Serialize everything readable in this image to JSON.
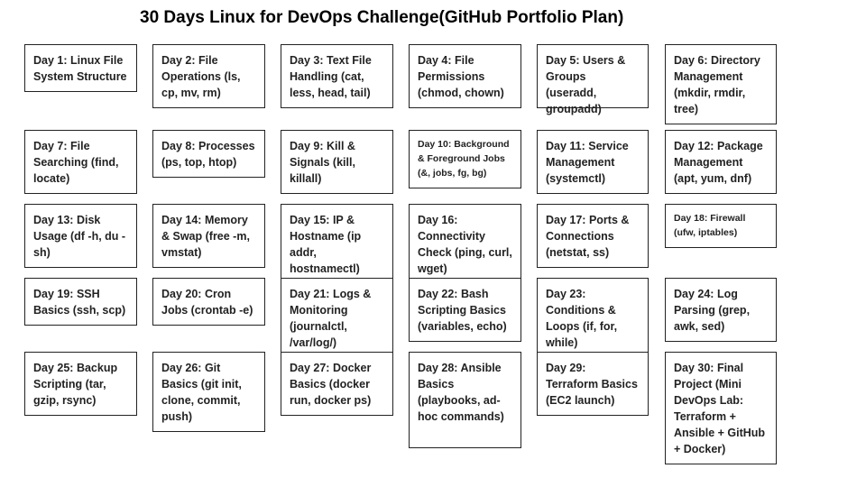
{
  "title": "30 Days Linux for DevOps Challenge(GitHub Portfolio Plan)",
  "days": [
    "Day 1: Linux File System Structure",
    "Day 2: File Operations (ls, cp, mv, rm)",
    "Day 3: Text File Handling (cat, less, head, tail)",
    "Day 4: File Permissions (chmod, chown)",
    "Day 5: Users & Groups (useradd, groupadd)",
    "Day 6: Directory Management (mkdir, rmdir, tree)",
    "Day 7: File Searching (find, locate)",
    "Day 8: Processes (ps, top, htop)",
    "Day 9: Kill & Signals (kill, killall)",
    "Day 10: Background & Foreground Jobs (&, jobs, fg, bg)",
    "Day 11: Service Management (systemctl)",
    "Day 12: Package Management (apt, yum, dnf)",
    "Day 13: Disk Usage (df -h, du -sh)",
    "Day 14: Memory & Swap (free -m, vmstat)",
    "Day 15: IP & Hostname (ip addr, hostnamectl)",
    "Day 16: Connectivity Check (ping, curl, wget)",
    "Day 17: Ports & Connections (netstat, ss)",
    "Day 18: Firewall (ufw, iptables)",
    "Day 19: SSH Basics (ssh, scp)",
    "Day 20: Cron Jobs (crontab -e)",
    "Day 21: Logs & Monitoring (journalctl, /var/log/)",
    "Day 22: Bash Scripting Basics (variables, echo)",
    "Day 23: Conditions & Loops (if, for, while)",
    "Day 24: Log Parsing (grep, awk, sed)",
    "Day 25: Backup Scripting (tar, gzip, rsync)",
    "Day 26: Git Basics (git init, clone, commit, push)",
    "Day 27: Docker Basics (docker run, docker ps)",
    "Day 28: Ansible Basics (playbooks, ad-hoc commands)",
    "Day 29: Terraform Basics (EC2 launch)",
    "Day 30: Final Project (Mini DevOps Lab: Terraform + Ansible + GitHub + Docker)"
  ]
}
